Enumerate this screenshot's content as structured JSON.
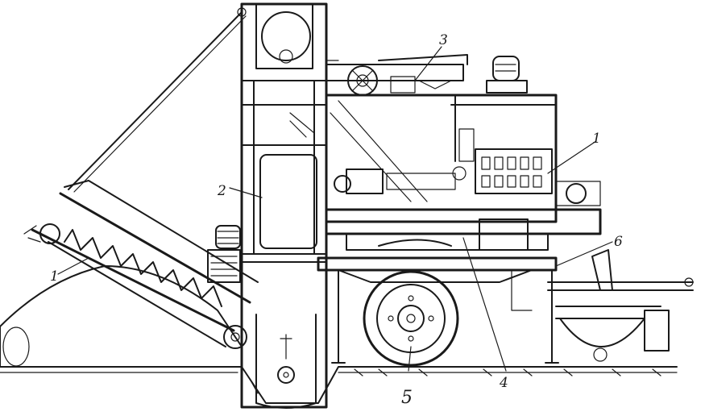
{
  "callouts": [
    {
      "id": "1a",
      "label": "1"
    },
    {
      "id": "1b",
      "label": "1"
    },
    {
      "id": "2",
      "label": "2"
    },
    {
      "id": "3",
      "label": "3"
    },
    {
      "id": "4",
      "label": "4"
    },
    {
      "id": "5",
      "label": "5"
    },
    {
      "id": "6",
      "label": "6"
    }
  ],
  "colors": {
    "ink": "#1a1a1a",
    "paper": "#ffffff"
  }
}
